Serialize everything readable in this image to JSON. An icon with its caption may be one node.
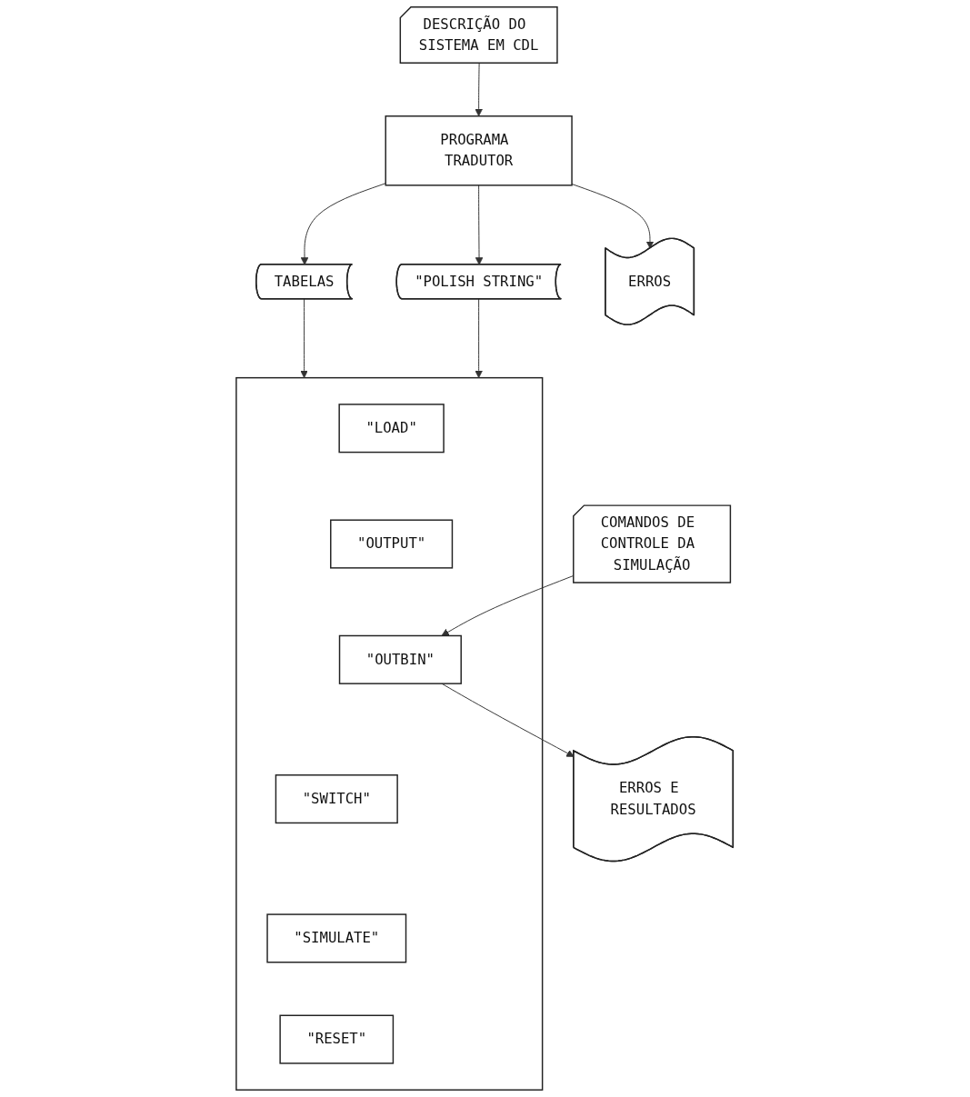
{
  "diagram": {
    "nodes": [
      {
        "text": [
          "DESCRIÇÃO DO SISTEMA EM CDL"
        ]
      },
      {
        "text": [
          "PROGRAMA TRADUTOR"
        ]
      },
      {
        "text": [
          "TABELAS"
        ]
      },
      {
        "text": [
          "\"POLISH STRING\""
        ]
      },
      {
        "text": [
          "ERROS"
        ]
      },
      {
        "text": [],
        "shape": "box"
      },
      {
        "text": [
          "\"LOAD\""
        ],
        "in": 5
      },
      {
        "text": [
          "\"OUTPUT\""
        ],
        "in": 5
      },
      {
        "text": [
          "\"OUTBIN\""
        ],
        "in": 5
      },
      {
        "text": [
          "\"SWITCH\""
        ],
        "in": 5
      },
      {
        "text": [
          "\"SIMULATE\""
        ],
        "in": 5
      },
      {
        "text": [
          "\"RESET\""
        ],
        "in": 5
      },
      {
        "text": [
          "COMANDOS DE CONTROLE DA SIMULAÇÃO"
        ]
      },
      {
        "text": [
          "ERROS E RESULTADOS"
        ]
      }
    ],
    "edges": [
      {
        "from": 0,
        "to": 1,
        "arrow": "to"
      },
      {
        "from": 1,
        "to": 2,
        "arrow": "to"
      },
      {
        "from": 1,
        "to": 3,
        "arrow": "to"
      },
      {
        "from": 1,
        "to": 4,
        "arrow": "to"
      },
      {
        "from": 2,
        "to": 5,
        "arrow": "to"
      },
      {
        "from": 3,
        "to": 5,
        "arrow": "to"
      },
      {
        "from": 12,
        "to": 8,
        "arrow": "to"
      },
      {
        "from": 8,
        "to": 13,
        "arrow": "to"
      }
    ]
  }
}
